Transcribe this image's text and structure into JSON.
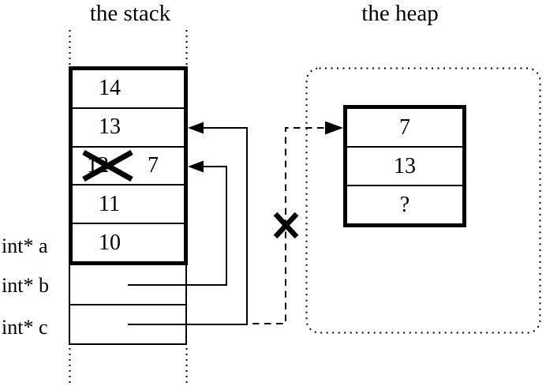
{
  "titles": {
    "stack": "the stack",
    "heap": "the heap"
  },
  "stack": {
    "frames": [
      {
        "value": "14"
      },
      {
        "value": "13"
      },
      {
        "value": "12",
        "crossed_out": true,
        "new_value": "7"
      },
      {
        "value": "11"
      },
      {
        "value": "10"
      }
    ],
    "variables": [
      {
        "label": "int* a"
      },
      {
        "label": "int* b"
      },
      {
        "label": "int* c"
      }
    ]
  },
  "heap": {
    "block_cells": [
      "7",
      "13",
      "?"
    ]
  },
  "colors": {
    "ink": "#000000",
    "background": "#ffffff"
  }
}
